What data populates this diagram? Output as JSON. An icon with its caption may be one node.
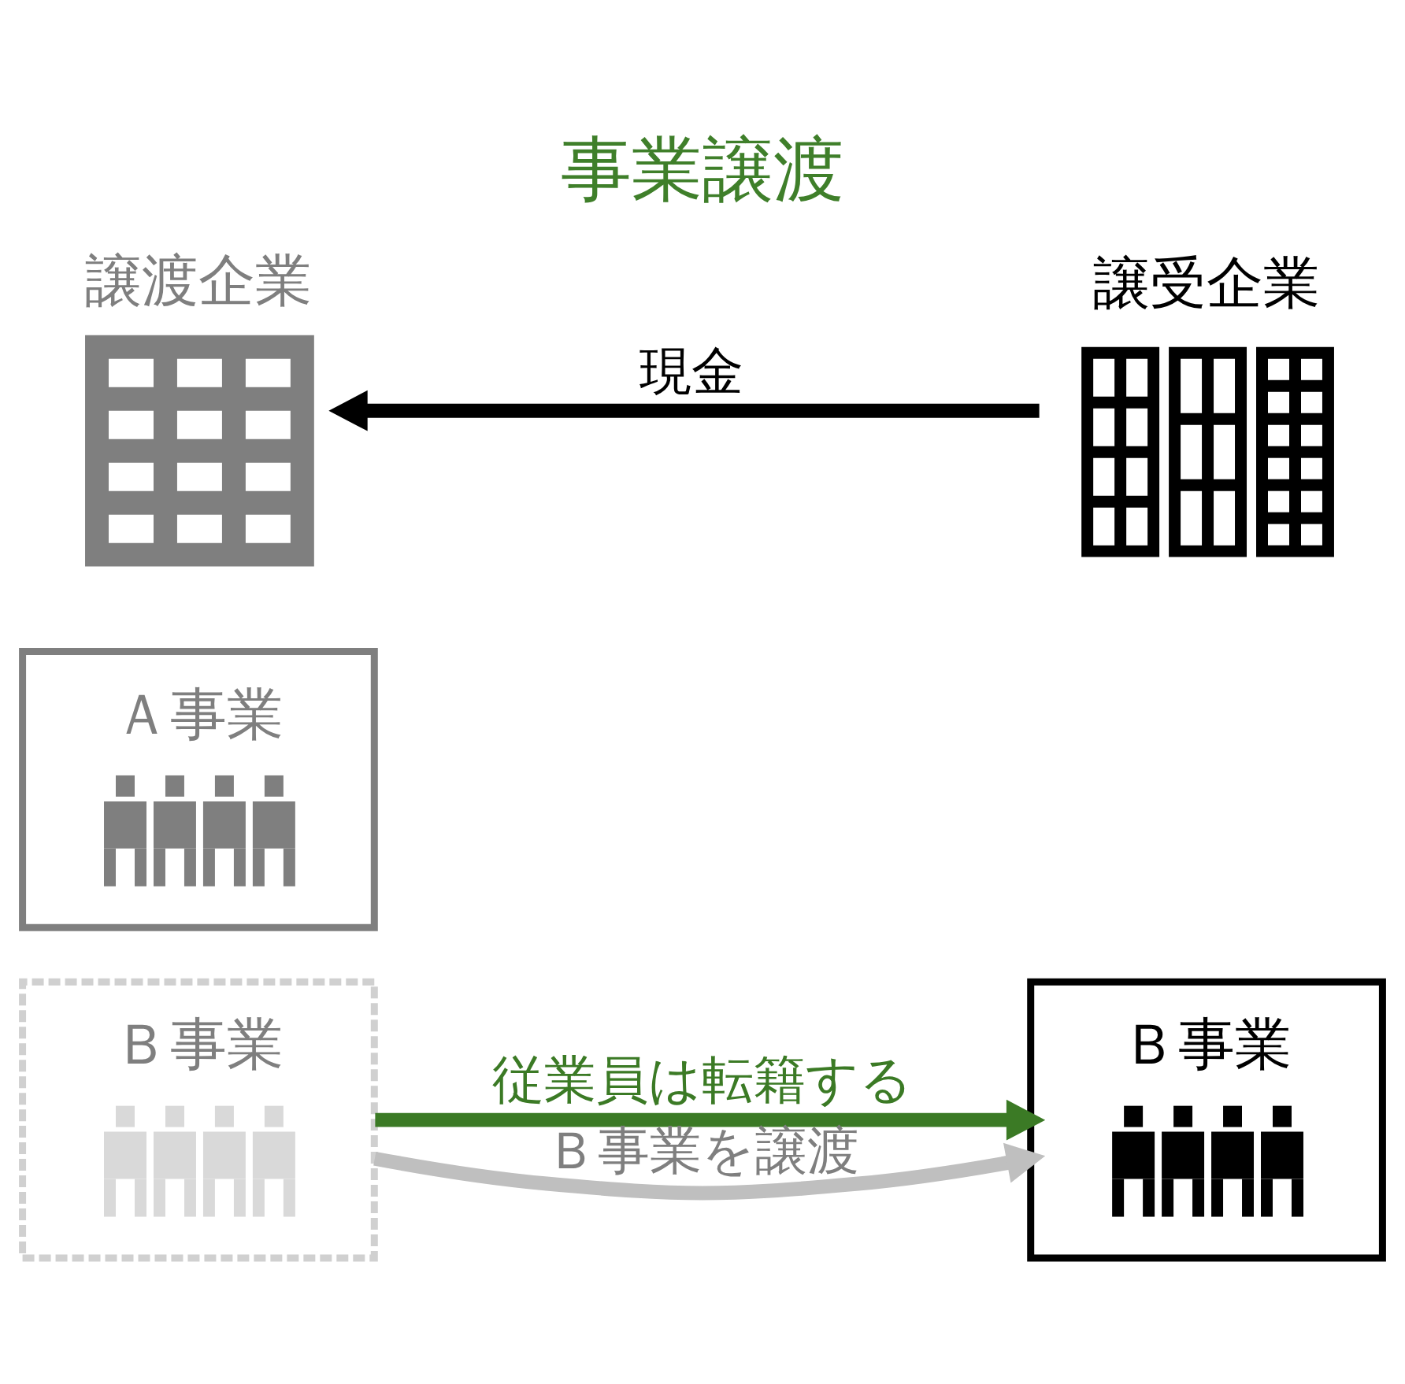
{
  "diagram": {
    "title": "事業譲渡",
    "nodes": [
      {
        "text": [
          "譲渡企業"
        ]
      },
      {
        "text": [
          "譲受企業"
        ]
      },
      {
        "text": [
          "Ａ事業"
        ]
      },
      {
        "text": [
          "Ｂ事業"
        ]
      },
      {
        "text": [
          "Ｂ事業"
        ]
      }
    ],
    "edges": [
      {
        "from": 1,
        "to": 0,
        "arrow": "to",
        "label": "現金",
        "color": "#000000"
      },
      {
        "from": 3,
        "to": 4,
        "arrow": "to",
        "label": "従業員は転籍する",
        "color": "#3b7a25"
      },
      {
        "from": 3,
        "to": 4,
        "arrow": "to",
        "label": "Ｂ事業を譲渡",
        "color": "#bfbfbf"
      }
    ]
  }
}
